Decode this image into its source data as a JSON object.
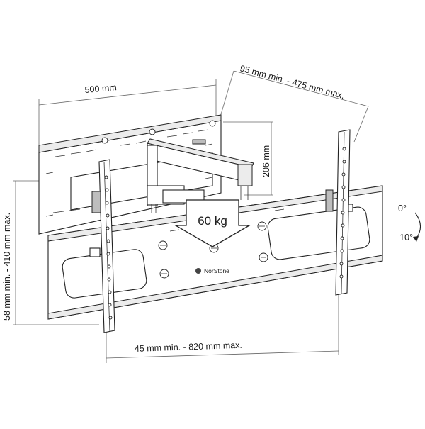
{
  "dimensions": {
    "wall_plate_width": "500 mm",
    "arm_extension": "95 mm min. - 475 mm max.",
    "wall_plate_height": "206 mm",
    "vertical_hole_spacing": "58 mm min. - 410 mm max.",
    "horizontal_hole_spacing": "45 mm min. - 820 mm max."
  },
  "load": {
    "label": "60 kg"
  },
  "tilt": {
    "upper": "0°",
    "lower": "-10°"
  },
  "brand": {
    "name": "NorStone"
  },
  "icons": {
    "load_arrow": "down-arrow-icon",
    "tilt_arrow": "curved-arrow-icon",
    "brand_logo": "norstone-logo-icon"
  }
}
